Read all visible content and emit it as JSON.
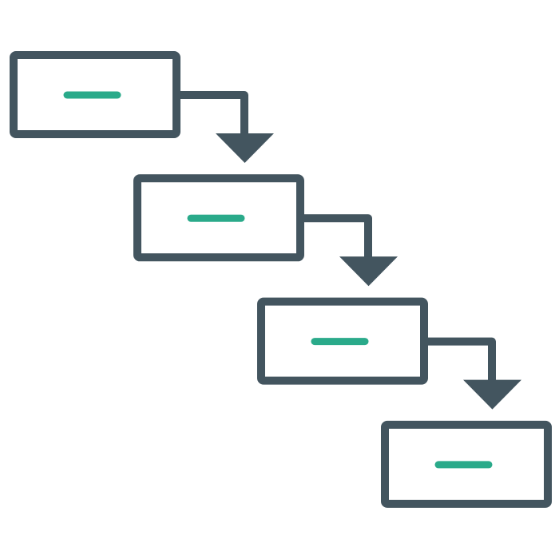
{
  "diagram": {
    "type": "waterfall-steps",
    "step_count": 4,
    "colors": {
      "outline": "#43555f",
      "accent": "#2aaa8a",
      "background": "#ffffff"
    },
    "icons": [
      "rectangle-step",
      "down-arrow-connector"
    ]
  }
}
